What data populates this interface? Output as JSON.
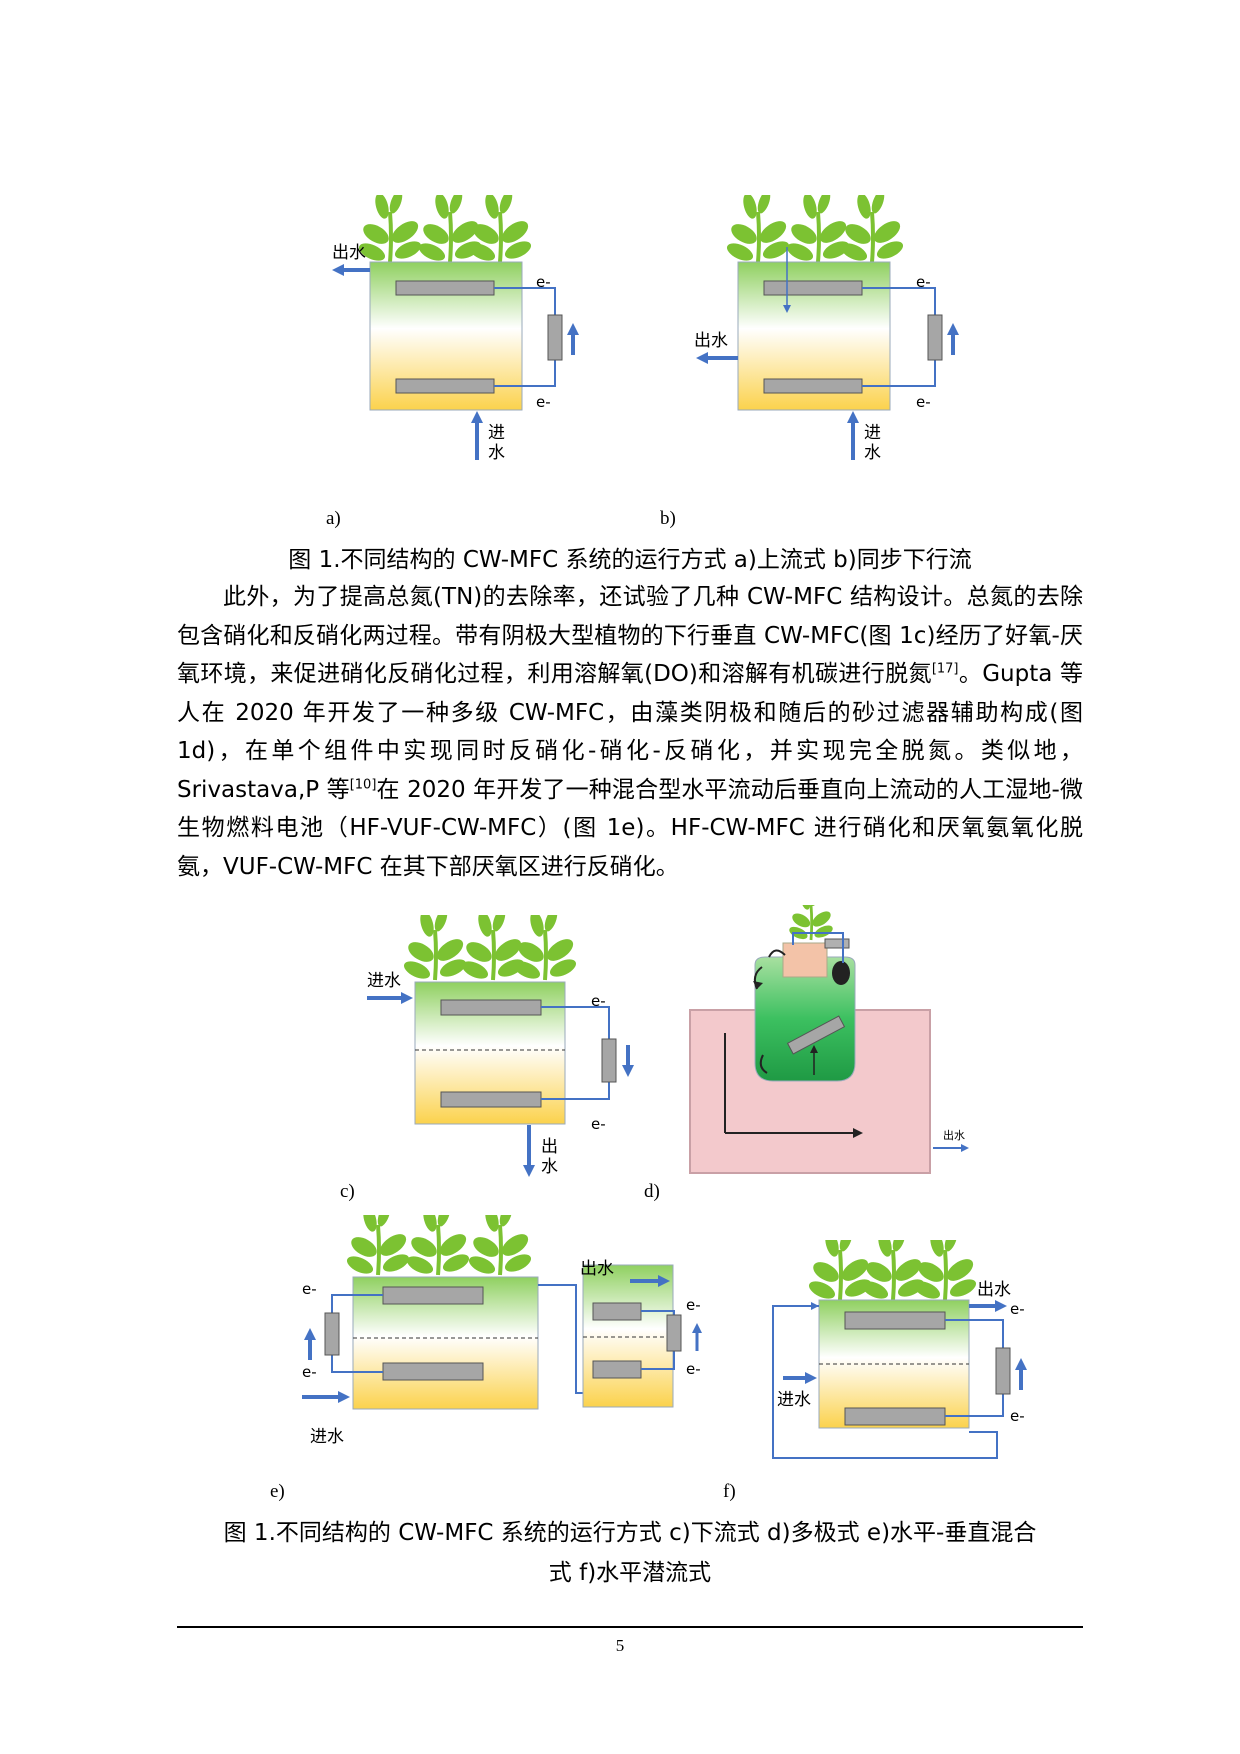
{
  "figure1": {
    "labels": {
      "outflow": "出水",
      "inflow": "进",
      "inflow2": "水",
      "inflow_full": "进水",
      "outflow_v1": "出",
      "outflow_v2": "水",
      "electron": "e-"
    },
    "sub_a": "a)",
    "sub_b": "b)",
    "caption": "图 1.不同结构的 CW-MFC 系统的运行方式 a)上流式 b)同步下行流"
  },
  "body": {
    "part1": "此外，为了提高总氮(TN)的去除率，还试验了几种 CW-MFC 结构设计。总氮的去除包含硝化和反硝化两过程。带有阴极大型植物的下行垂直 CW-MFC(图 1c)经历了好氧-厌氧环境，来促进硝化反硝化过程，利用溶解氧(DO)和溶解有机碳进行脱氮",
    "cite1": "[17]",
    "part2": "。Gupta 等人在 2020 年开发了一种多级 CW-MFC，由藻类阴极和随后的砂过滤器辅助构成(图 1d)，在单个组件中实现同时反硝化-硝化-反硝化，并实现完全脱氮。类似地，Srivastava,P 等",
    "cite2": "[10]",
    "part3": "在 2020 年开发了一种混合型水平流动后垂直向上流动的人工湿地-微生物燃料电池（HF-VUF-CW-MFC）(图 1e)。HF-CW-MFC 进行硝化和厌氧氨氧化脱氨，VUF-CW-MFC 在其下部厌氧区进行反硝化。"
  },
  "figure2": {
    "sub_c": "c)",
    "sub_d": "d)",
    "sub_e": "e)",
    "sub_f": "f)",
    "caption_line1": "图 1.不同结构的 CW-MFC 系统的运行方式 c)下流式 d)多极式 e)水平-垂直混合",
    "caption_line2": "式 f)水平潜流式"
  },
  "footer": {
    "page_number": "5"
  }
}
